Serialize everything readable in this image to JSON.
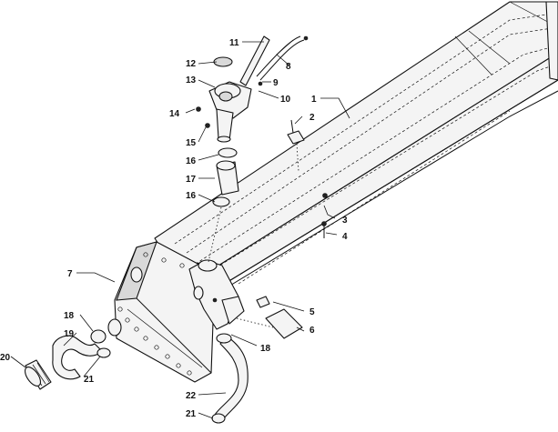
{
  "diagram": {
    "callouts": [
      {
        "id": "callout-1",
        "label": "1"
      },
      {
        "id": "callout-2",
        "label": "2"
      },
      {
        "id": "callout-3",
        "label": "3"
      },
      {
        "id": "callout-4",
        "label": "4"
      },
      {
        "id": "callout-5",
        "label": "5"
      },
      {
        "id": "callout-6",
        "label": "6"
      },
      {
        "id": "callout-7",
        "label": "7"
      },
      {
        "id": "callout-8",
        "label": "8"
      },
      {
        "id": "callout-9",
        "label": "9"
      },
      {
        "id": "callout-10",
        "label": "10"
      },
      {
        "id": "callout-11",
        "label": "11"
      },
      {
        "id": "callout-12",
        "label": "12"
      },
      {
        "id": "callout-13",
        "label": "13"
      },
      {
        "id": "callout-14",
        "label": "14"
      },
      {
        "id": "callout-15",
        "label": "15"
      },
      {
        "id": "callout-16a",
        "label": "16"
      },
      {
        "id": "callout-16b",
        "label": "16"
      },
      {
        "id": "callout-17",
        "label": "17"
      },
      {
        "id": "callout-18a",
        "label": "18"
      },
      {
        "id": "callout-18b",
        "label": "18"
      },
      {
        "id": "callout-19",
        "label": "19"
      },
      {
        "id": "callout-20",
        "label": "20"
      },
      {
        "id": "callout-21a",
        "label": "21"
      },
      {
        "id": "callout-21b",
        "label": "21"
      },
      {
        "id": "callout-22",
        "label": "22"
      }
    ]
  }
}
